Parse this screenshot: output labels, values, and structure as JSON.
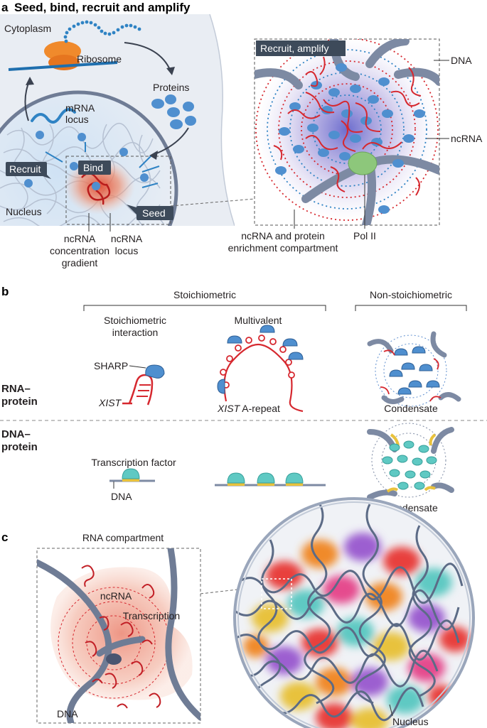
{
  "panel_a": {
    "letter": "a",
    "title": "Seed, bind, recruit and amplify",
    "cytoplasm": "Cytoplasm",
    "ribosome": "Ribosome",
    "proteins": "Proteins",
    "mrna_1": "mRNA",
    "mrna_2": "locus",
    "recruit": "Recruit",
    "bind": "Bind",
    "seed": "Seed",
    "nucleus": "Nucleus",
    "gradient_1": "ncRNA",
    "gradient_2": "concentration",
    "gradient_3": "gradient",
    "locus_1": "ncRNA",
    "locus_2": "locus",
    "recruit_amplify": "Recruit, amplify",
    "dna": "DNA",
    "ncrna": "ncRNA",
    "compartment_1": "ncRNA and protein",
    "compartment_2": "enrichment compartment",
    "pol2": "Pol II"
  },
  "panel_b": {
    "letter": "b",
    "stoichiometric": "Stoichiometric",
    "non_stoichiometric": "Non-stoichiometric",
    "stoich_interaction_1": "Stoichiometric",
    "stoich_interaction_2": "interaction",
    "multivalent": "Multivalent",
    "row1_1": "RNA–",
    "row1_2": "protein",
    "row2_1": "DNA–",
    "row2_2": "protein",
    "sharp": "SHARP",
    "xist": "XIST",
    "xist_a_repeat_italic": "XIST",
    "xist_a_repeat_rest": " A-repeat",
    "condensate_1": "Condensate",
    "transcription_factor": "Transcription factor",
    "dna": "DNA",
    "condensate_2": "Condensate"
  },
  "panel_c": {
    "letter": "c",
    "rna_compartment": "RNA compartment",
    "ncrna": "ncRNA",
    "transcription": "Transcription",
    "dna": "DNA",
    "nucleus": "Nucleus"
  },
  "colors": {
    "protein_blue": "#4f8fcf",
    "rna_red": "#d6282f",
    "dna_gray": "#7d8aa3",
    "ribosome_orange": "#f08a2c",
    "pol2_green": "#8dc77b",
    "tf_teal": "#5fc9c3",
    "dna_yellow": "#e9c23c",
    "label_box": "#3d4a5a"
  }
}
